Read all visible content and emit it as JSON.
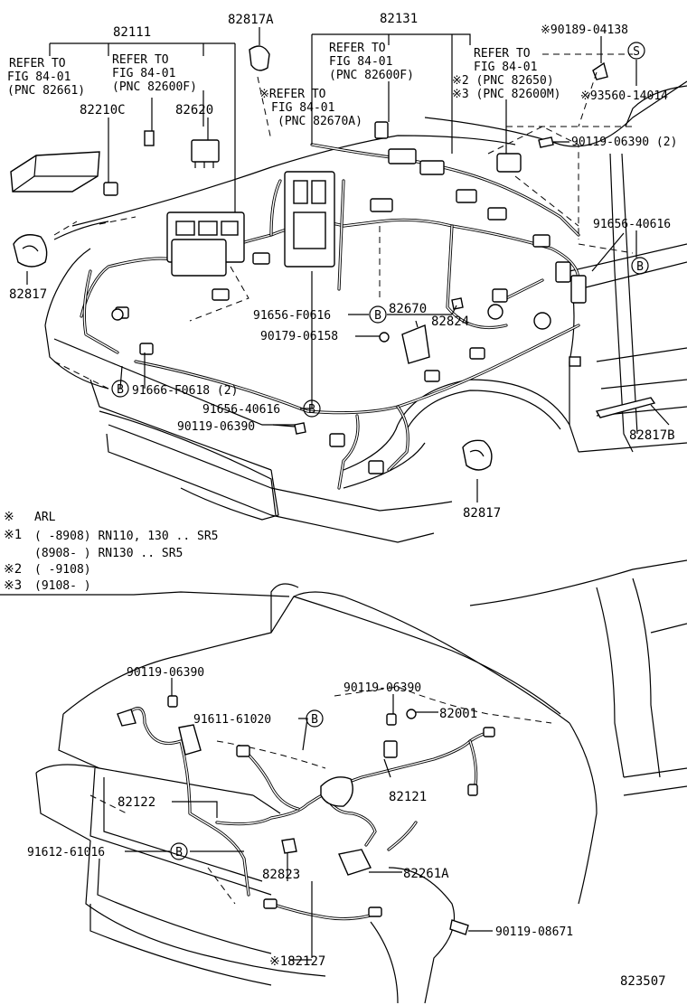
{
  "labels": {
    "p82111": "82111",
    "p82131": "82131",
    "p82817A": "82817A",
    "p90189": "※90189-04138",
    "ref_a_1": "REFER TO",
    "ref_a_2": "FIG 84-01",
    "ref_a_3": "(PNC 82661)",
    "ref_b_1": "REFER TO",
    "ref_b_2": "FIG 84-01",
    "ref_b_3": "(PNC 82600F)",
    "ref_c_1": "REFER TO",
    "ref_c_2": "FIG 84-01",
    "ref_c_3": "(PNC 82600F)",
    "ref_d_1": "REFER TO",
    "ref_d_2": "FIG 84-01",
    "ref_d_3": "※2 (PNC 82650)",
    "ref_d_4": "※3 (PNC 82600M)",
    "ref_e_1": "※REFER TO",
    "ref_e_2": "FIG 84-01",
    "ref_e_3": "(PNC 82670A)",
    "p93560": "※93560-14014",
    "p82210C": "82210C",
    "p82620": "82620",
    "p90119_06390_2": "90119-06390 (2)",
    "p91656_40616_r": "91656-40616",
    "p82817_l": "82817",
    "p91656_F0616": "91656-F0616",
    "p82670": "82670",
    "p82824": "82824",
    "p90179": "90179-06158",
    "p91666": "91666-F0618 (2)",
    "p91656_40616_c": "91656-40616",
    "p90119_c": "90119-06390",
    "p82817B": "82817B",
    "p82817_c": "82817",
    "p90119_lw1": "90119-06390",
    "p90119_lw2": "90119-06390",
    "p82001": "82001",
    "p91611": "91611-61020",
    "p82121": "82121",
    "p82122": "82122",
    "p91612": "91612-61016",
    "p82823": "82823",
    "p82261A": "82261A",
    "p90119_08671": "90119-08671",
    "p82127": "※182127",
    "diagram_id": "823507",
    "circle_b": "B",
    "circle_s": "S"
  },
  "legend": {
    "r0_mark": "※",
    "r0_text": "ARL",
    "r1_mark": "※1",
    "r1_text": "(     -8908) RN110, 130 .. SR5",
    "r1b_text": "(8908-     ) RN130 .. SR5",
    "r2_mark": "※2",
    "r2_text": "(     -9108)",
    "r3_mark": "※3",
    "r3_text": "(9108-     )"
  }
}
